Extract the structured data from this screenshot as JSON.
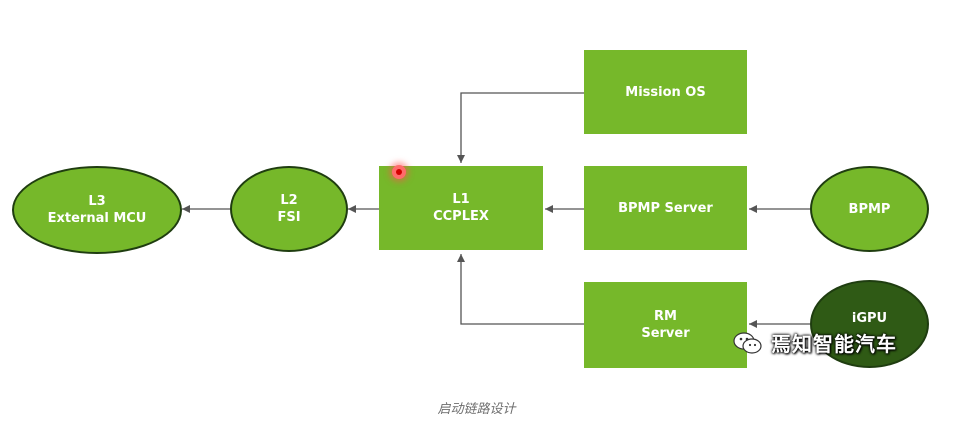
{
  "nodes": {
    "mission_os": "Mission OS",
    "bpmp_server": "BPMP Server",
    "rm_server_line1": "RM",
    "rm_server_line2": "Server",
    "l1_line1": "L1",
    "l1_line2": "CCPLEX",
    "l2_line1": "L2",
    "l2_line2": "FSI",
    "l3_line1": "L3",
    "l3_line2": "External MCU",
    "bpmp": "BPMP",
    "igpu": "iGPU"
  },
  "watermark": {
    "text": "焉知智能汽车",
    "icon": "wechat-icon"
  },
  "caption": "启动链路设计",
  "colors": {
    "node_green": "#76b82a",
    "dark_green": "#2f5a15",
    "arrow": "#555555",
    "caption": "#6d6d6d"
  }
}
